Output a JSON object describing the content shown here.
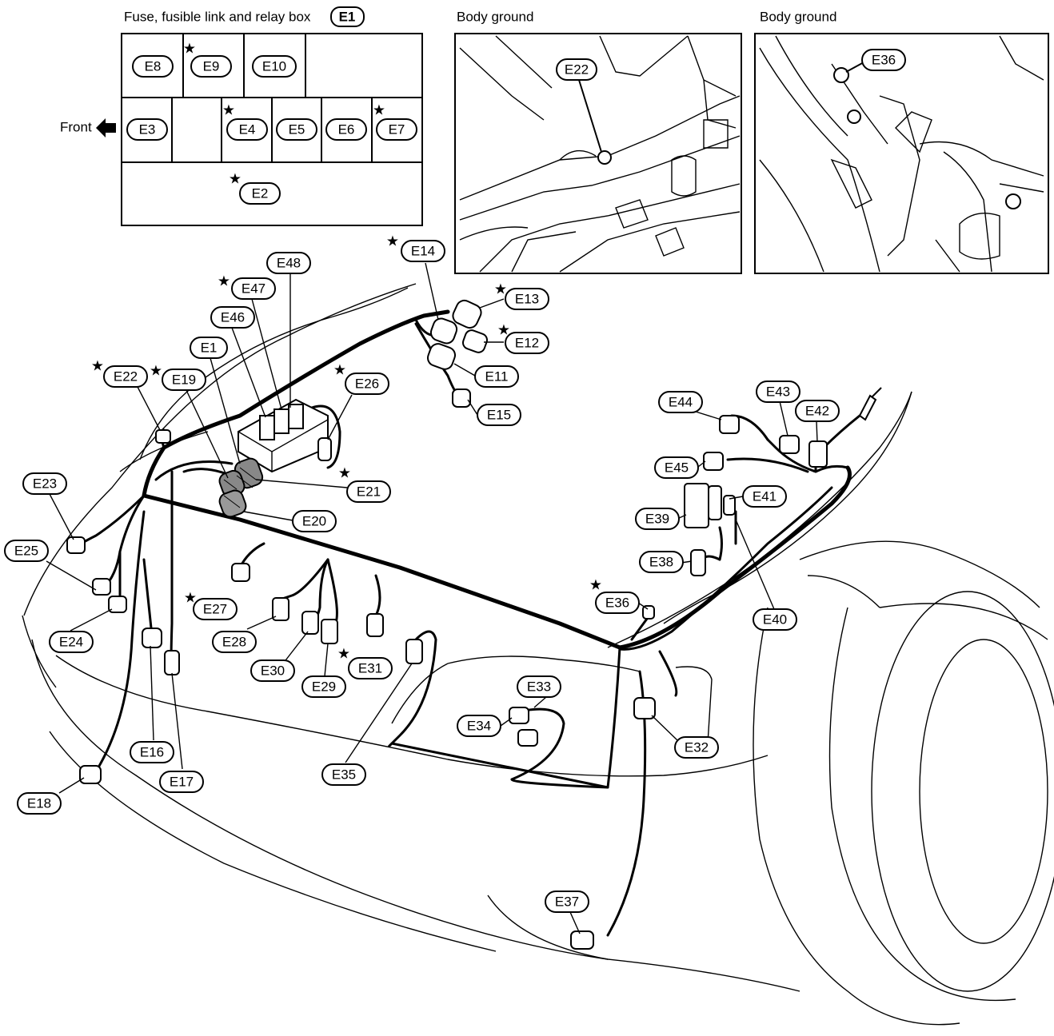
{
  "fuse_box_panel": {
    "title": "Fuse, fusible link and relay box",
    "ref": "E1",
    "front_label": "Front",
    "front_arrow_icon": "arrow-left-icon",
    "slots": [
      {
        "id": "E8",
        "star": false
      },
      {
        "id": "E9",
        "star": true
      },
      {
        "id": "E10",
        "star": false
      },
      {
        "id": "E3",
        "star": false
      },
      {
        "id": "E4",
        "star": true
      },
      {
        "id": "E5",
        "star": false
      },
      {
        "id": "E6",
        "star": false
      },
      {
        "id": "E7",
        "star": true
      },
      {
        "id": "E2",
        "star": true
      }
    ]
  },
  "ground_panels": [
    {
      "title": "Body ground",
      "label": "E22"
    },
    {
      "title": "Body ground",
      "label": "E36"
    }
  ],
  "connectors": [
    {
      "id": "E48",
      "star": false
    },
    {
      "id": "E47",
      "star": true
    },
    {
      "id": "E46",
      "star": false
    },
    {
      "id": "E1",
      "star": false
    },
    {
      "id": "E22",
      "star": true
    },
    {
      "id": "E19",
      "star": true
    },
    {
      "id": "E14",
      "star": true
    },
    {
      "id": "E13",
      "star": true
    },
    {
      "id": "E12",
      "star": true
    },
    {
      "id": "E11",
      "star": false
    },
    {
      "id": "E15",
      "star": false
    },
    {
      "id": "E26",
      "star": true
    },
    {
      "id": "E21",
      "star": true
    },
    {
      "id": "E20",
      "star": false
    },
    {
      "id": "E23",
      "star": false
    },
    {
      "id": "E25",
      "star": false
    },
    {
      "id": "E24",
      "star": false
    },
    {
      "id": "E27",
      "star": true
    },
    {
      "id": "E28",
      "star": false
    },
    {
      "id": "E30",
      "star": false
    },
    {
      "id": "E29",
      "star": false
    },
    {
      "id": "E31",
      "star": true
    },
    {
      "id": "E16",
      "star": false
    },
    {
      "id": "E17",
      "star": false
    },
    {
      "id": "E18",
      "star": false
    },
    {
      "id": "E35",
      "star": false
    },
    {
      "id": "E33",
      "star": false
    },
    {
      "id": "E34",
      "star": false
    },
    {
      "id": "E32",
      "star": false
    },
    {
      "id": "E37",
      "star": false
    },
    {
      "id": "E36",
      "star": true
    },
    {
      "id": "E44",
      "star": false
    },
    {
      "id": "E43",
      "star": false
    },
    {
      "id": "E42",
      "star": false
    },
    {
      "id": "E45",
      "star": false
    },
    {
      "id": "E41",
      "star": false
    },
    {
      "id": "E39",
      "star": false
    },
    {
      "id": "E38",
      "star": false
    },
    {
      "id": "E40",
      "star": false
    }
  ]
}
